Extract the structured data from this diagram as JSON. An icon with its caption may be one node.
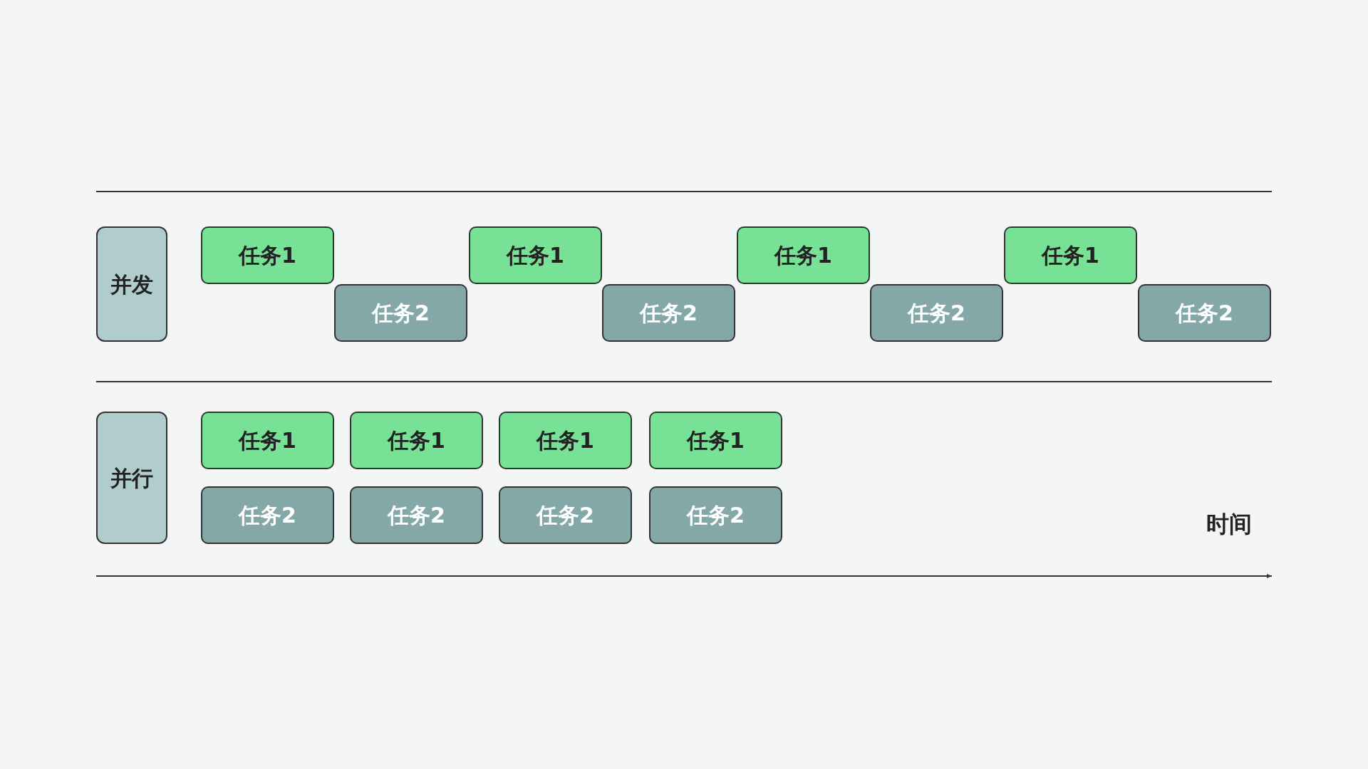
{
  "diagram": {
    "nodes": [
      {
        "text": [
          "并发"
        ]
      },
      {
        "text": [
          "任务1"
        ]
      },
      {
        "text": [
          "任务2"
        ]
      },
      {
        "text": [
          "任务1"
        ]
      },
      {
        "text": [
          "任务2"
        ]
      },
      {
        "text": [
          "任务1"
        ]
      },
      {
        "text": [
          "任务2"
        ]
      },
      {
        "text": [
          "任务1"
        ]
      },
      {
        "text": [
          "任务2"
        ]
      },
      {
        "text": [
          "并行"
        ]
      },
      {
        "text": [
          "任务1"
        ]
      },
      {
        "text": [
          "任务1"
        ]
      },
      {
        "text": [
          "任务1"
        ]
      },
      {
        "text": [
          "任务1"
        ]
      },
      {
        "text": [
          "任务2"
        ]
      },
      {
        "text": [
          "任务2"
        ]
      },
      {
        "text": [
          "任务2"
        ]
      },
      {
        "text": [
          "任务2"
        ]
      }
    ],
    "labels": [
      "时间"
    ]
  }
}
